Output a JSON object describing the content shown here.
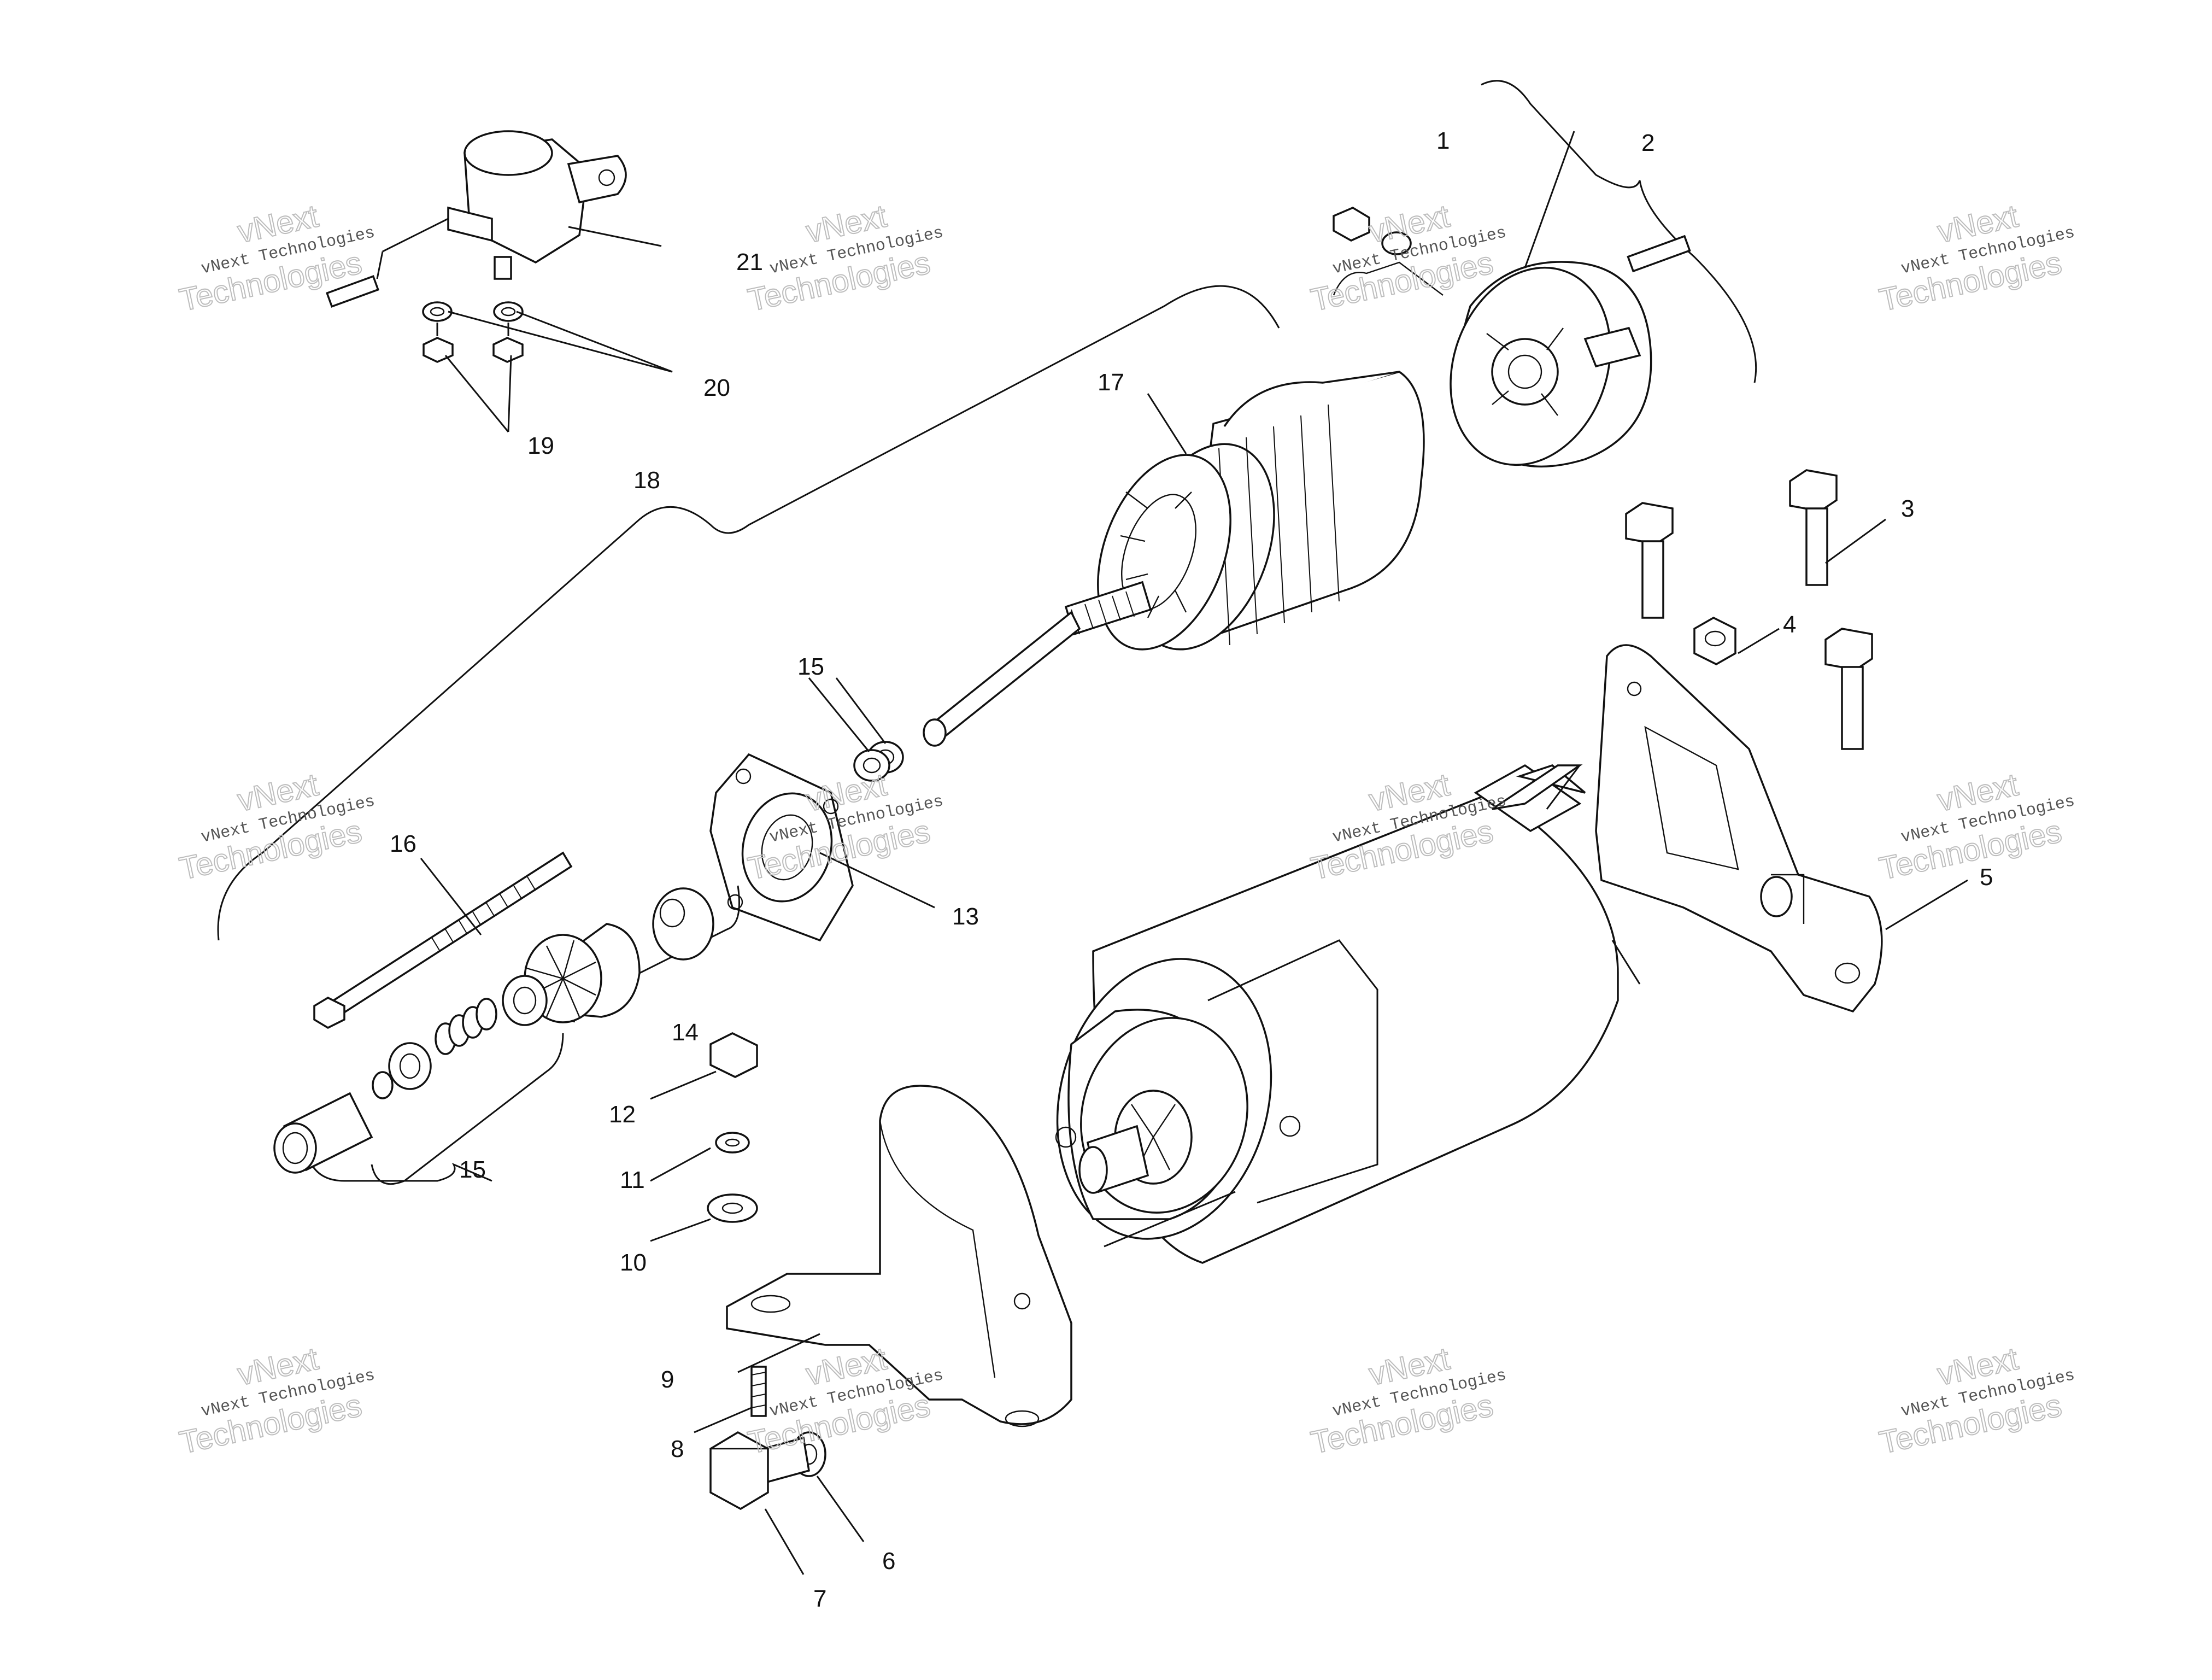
{
  "callouts": {
    "c1": "1",
    "c2": "2",
    "c3": "3",
    "c4": "4",
    "c5": "5",
    "c6": "6",
    "c7": "7",
    "c8": "8",
    "c9": "9",
    "c10": "10",
    "c11": "11",
    "c12": "12",
    "c13": "13",
    "c14": "14",
    "c15a": "15",
    "c15b": "15",
    "c16": "16",
    "c17": "17",
    "c18": "18",
    "c19": "19",
    "c20": "20",
    "c21": "21"
  },
  "watermark": {
    "line1": "vNext Technologies",
    "big_top": "vNext",
    "big_bottom": "Technologies"
  }
}
